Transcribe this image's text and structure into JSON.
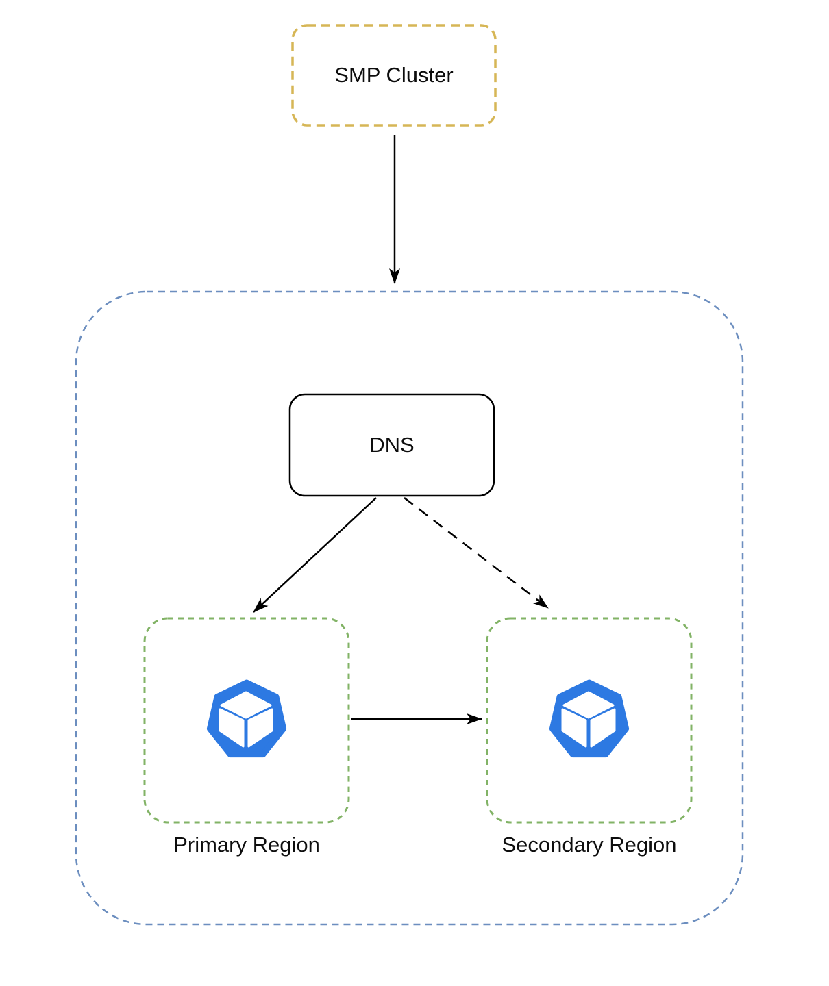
{
  "diagram": {
    "type": "architecture-flow",
    "title": "SMP cluster multi-region DNS routing",
    "nodes": {
      "smp_cluster": {
        "label": "SMP Cluster",
        "shape": "dashed-rounded-rect",
        "border_color": "#d6b656"
      },
      "cluster_boundary": {
        "shape": "dashed-rounded-container",
        "border_color": "#6c8ebf"
      },
      "dns": {
        "label": "DNS",
        "shape": "solid-rounded-rect",
        "border_color": "#000000"
      },
      "primary_region": {
        "label": "Primary Region",
        "shape": "dashed-rounded-rect",
        "border_color": "#82b366",
        "icon": "thanos-cube-icon"
      },
      "secondary_region": {
        "label": "Secondary Region",
        "shape": "dashed-rounded-rect",
        "border_color": "#82b366",
        "icon": "thanos-cube-icon"
      }
    },
    "edges": [
      {
        "from": "smp_cluster",
        "to": "cluster_boundary",
        "style": "solid",
        "arrowhead": "filled"
      },
      {
        "from": "dns",
        "to": "primary_region",
        "style": "solid",
        "arrowhead": "filled"
      },
      {
        "from": "dns",
        "to": "secondary_region",
        "style": "dashed",
        "arrowhead": "filled"
      },
      {
        "from": "primary_region",
        "to": "secondary_region",
        "style": "solid",
        "arrowhead": "filled"
      }
    ],
    "icons": {
      "thanos-cube-icon": "blue heptagon containing a white 3D cube"
    },
    "colors": {
      "background": "#ffffff",
      "smp_border": "#d6b656",
      "boundary_border": "#6c8ebf",
      "region_border": "#82b366",
      "dns_border": "#000000",
      "icon_blue": "#2d79e2",
      "edge": "#000000",
      "text": "#0d0d0d"
    }
  }
}
